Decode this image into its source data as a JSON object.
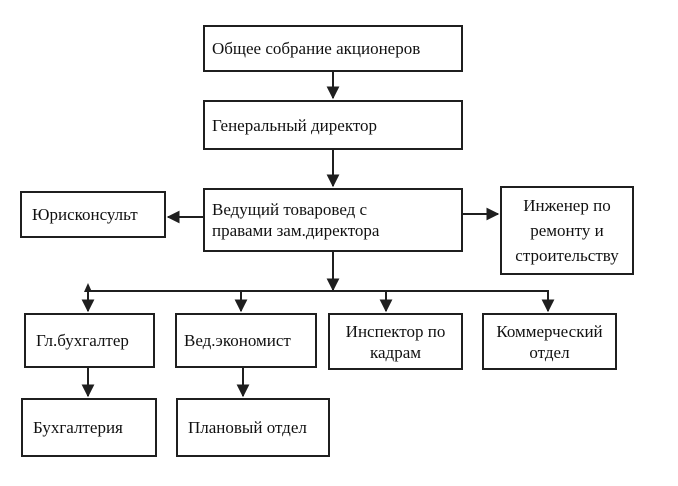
{
  "diagram": {
    "background_color": "#ffffff",
    "line_color": "#1f1f1f",
    "text_color": "#111111",
    "nodes": {
      "general_meeting": {
        "label": "Общее собрание акционеров"
      },
      "general_director": {
        "label": "Генеральный директор"
      },
      "legal_counsel": {
        "label": "Юрисконсульт"
      },
      "lead_merchandiser": {
        "label": [
          "Ведущий товаровед с",
          "правами зам.директора"
        ]
      },
      "engineer": {
        "label": [
          "Инженер по",
          "ремонту и",
          "строительству"
        ]
      },
      "chief_accountant": {
        "label": "Гл.бухгалтер"
      },
      "lead_economist": {
        "label": "Вед.экономист"
      },
      "hr_inspector": {
        "label": [
          "Инспектор по",
          "кадрам"
        ]
      },
      "commercial_dept": {
        "label": [
          "Коммерческий",
          "отдел"
        ]
      },
      "accounting": {
        "label": "Бухгалтерия"
      },
      "planning_dept": {
        "label": "Плановый отдел"
      }
    },
    "edges": [
      {
        "from": "general_meeting",
        "to": "general_director"
      },
      {
        "from": "general_director",
        "to": "lead_merchandiser"
      },
      {
        "from": "lead_merchandiser",
        "to": "legal_counsel"
      },
      {
        "from": "lead_merchandiser",
        "to": "engineer"
      },
      {
        "from": "lead_merchandiser",
        "to": "chief_accountant"
      },
      {
        "from": "lead_merchandiser",
        "to": "lead_economist"
      },
      {
        "from": "lead_merchandiser",
        "to": "hr_inspector"
      },
      {
        "from": "lead_merchandiser",
        "to": "commercial_dept"
      },
      {
        "from": "chief_accountant",
        "to": "accounting"
      },
      {
        "from": "lead_economist",
        "to": "planning_dept"
      }
    ]
  }
}
